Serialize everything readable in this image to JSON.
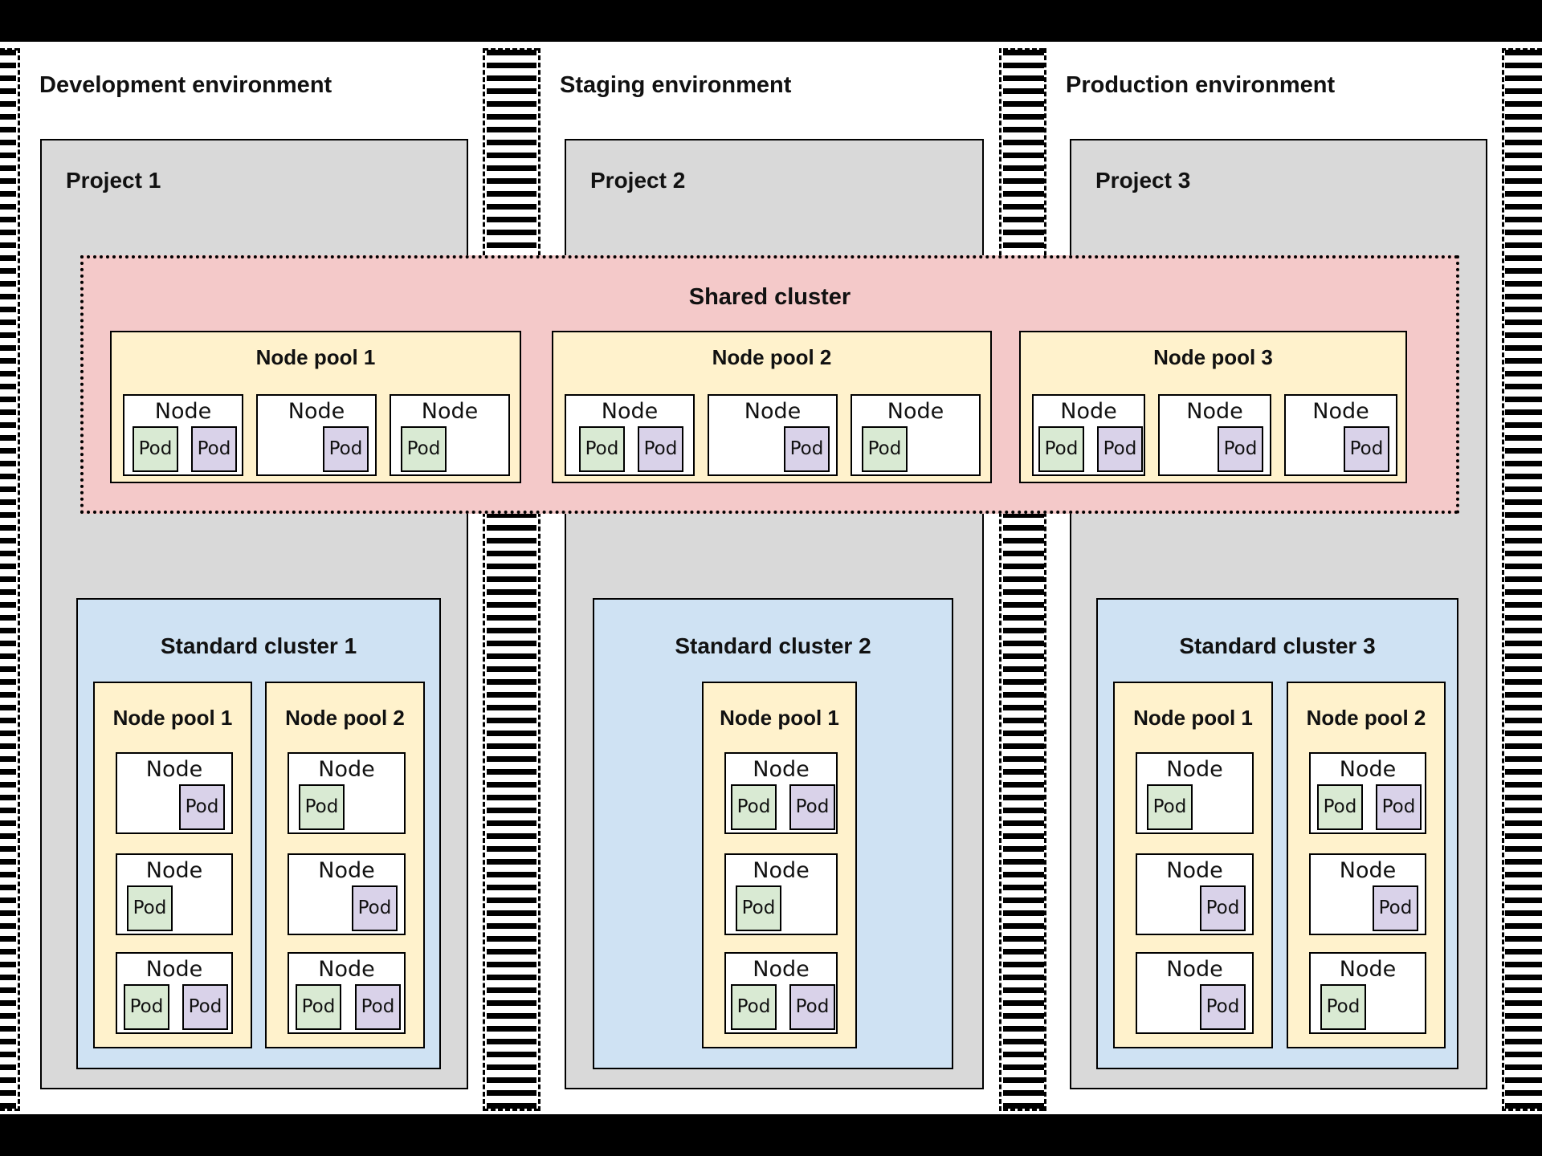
{
  "diagram": {
    "colors": {
      "frame": "#000000",
      "canvas": "#ffffff",
      "project_bg": "#d9d9d9",
      "shared_cluster_bg": "#f4c9c9",
      "standard_cluster_bg": "#cfe2f3",
      "node_pool_bg": "#fff2cc",
      "node_bg": "#ffffff",
      "pod_green": "#d9ead3",
      "pod_purple": "#d9d2e9"
    },
    "environments": [
      {
        "title": "Development environment",
        "project": {
          "title": "Project 1",
          "cluster": {
            "title": "Standard cluster 1",
            "node_pools": [
              {
                "title": "Node pool 1",
                "nodes": [
                  {
                    "label": "Node",
                    "pods": [
                      {
                        "label": "Pod",
                        "color": "purple"
                      }
                    ]
                  },
                  {
                    "label": "Node",
                    "pods": [
                      {
                        "label": "Pod",
                        "color": "green"
                      }
                    ]
                  },
                  {
                    "label": "Node",
                    "pods": [
                      {
                        "label": "Pod",
                        "color": "green"
                      },
                      {
                        "label": "Pod",
                        "color": "purple"
                      }
                    ]
                  }
                ]
              },
              {
                "title": "Node pool 2",
                "nodes": [
                  {
                    "label": "Node",
                    "pods": [
                      {
                        "label": "Pod",
                        "color": "green"
                      }
                    ]
                  },
                  {
                    "label": "Node",
                    "pods": [
                      {
                        "label": "Pod",
                        "color": "purple"
                      }
                    ]
                  },
                  {
                    "label": "Node",
                    "pods": [
                      {
                        "label": "Pod",
                        "color": "green"
                      },
                      {
                        "label": "Pod",
                        "color": "purple"
                      }
                    ]
                  }
                ]
              }
            ]
          }
        }
      },
      {
        "title": "Staging environment",
        "project": {
          "title": "Project 2",
          "cluster": {
            "title": "Standard cluster 2",
            "node_pools": [
              {
                "title": "Node pool 1",
                "nodes": [
                  {
                    "label": "Node",
                    "pods": [
                      {
                        "label": "Pod",
                        "color": "green"
                      },
                      {
                        "label": "Pod",
                        "color": "purple"
                      }
                    ]
                  },
                  {
                    "label": "Node",
                    "pods": [
                      {
                        "label": "Pod",
                        "color": "green"
                      }
                    ]
                  },
                  {
                    "label": "Node",
                    "pods": [
                      {
                        "label": "Pod",
                        "color": "green"
                      },
                      {
                        "label": "Pod",
                        "color": "purple"
                      }
                    ]
                  }
                ]
              }
            ]
          }
        }
      },
      {
        "title": "Production environment",
        "project": {
          "title": "Project 3",
          "cluster": {
            "title": "Standard cluster 3",
            "node_pools": [
              {
                "title": "Node pool 1",
                "nodes": [
                  {
                    "label": "Node",
                    "pods": [
                      {
                        "label": "Pod",
                        "color": "green"
                      }
                    ]
                  },
                  {
                    "label": "Node",
                    "pods": [
                      {
                        "label": "Pod",
                        "color": "purple"
                      }
                    ]
                  },
                  {
                    "label": "Node",
                    "pods": [
                      {
                        "label": "Pod",
                        "color": "purple"
                      }
                    ]
                  }
                ]
              },
              {
                "title": "Node pool 2",
                "nodes": [
                  {
                    "label": "Node",
                    "pods": [
                      {
                        "label": "Pod",
                        "color": "green"
                      },
                      {
                        "label": "Pod",
                        "color": "purple"
                      }
                    ]
                  },
                  {
                    "label": "Node",
                    "pods": [
                      {
                        "label": "Pod",
                        "color": "purple"
                      }
                    ]
                  },
                  {
                    "label": "Node",
                    "pods": [
                      {
                        "label": "Pod",
                        "color": "green"
                      }
                    ]
                  }
                ]
              }
            ]
          }
        }
      }
    ],
    "shared_cluster": {
      "title": "Shared cluster",
      "node_pools": [
        {
          "title": "Node pool 1",
          "nodes": [
            {
              "label": "Node",
              "pods": [
                {
                  "label": "Pod",
                  "color": "green"
                },
                {
                  "label": "Pod",
                  "color": "purple"
                }
              ]
            },
            {
              "label": "Node",
              "pods": [
                {
                  "label": "Pod",
                  "color": "purple"
                }
              ]
            },
            {
              "label": "Node",
              "pods": [
                {
                  "label": "Pod",
                  "color": "green"
                }
              ]
            }
          ]
        },
        {
          "title": "Node pool 2",
          "nodes": [
            {
              "label": "Node",
              "pods": [
                {
                  "label": "Pod",
                  "color": "green"
                },
                {
                  "label": "Pod",
                  "color": "purple"
                }
              ]
            },
            {
              "label": "Node",
              "pods": [
                {
                  "label": "Pod",
                  "color": "purple"
                }
              ]
            },
            {
              "label": "Node",
              "pods": [
                {
                  "label": "Pod",
                  "color": "green"
                }
              ]
            }
          ]
        },
        {
          "title": "Node pool 3",
          "nodes": [
            {
              "label": "Node",
              "pods": [
                {
                  "label": "Pod",
                  "color": "green"
                },
                {
                  "label": "Pod",
                  "color": "purple"
                }
              ]
            },
            {
              "label": "Node",
              "pods": [
                {
                  "label": "Pod",
                  "color": "purple"
                }
              ]
            },
            {
              "label": "Node",
              "pods": [
                {
                  "label": "Pod",
                  "color": "purple"
                }
              ]
            }
          ]
        }
      ]
    }
  }
}
